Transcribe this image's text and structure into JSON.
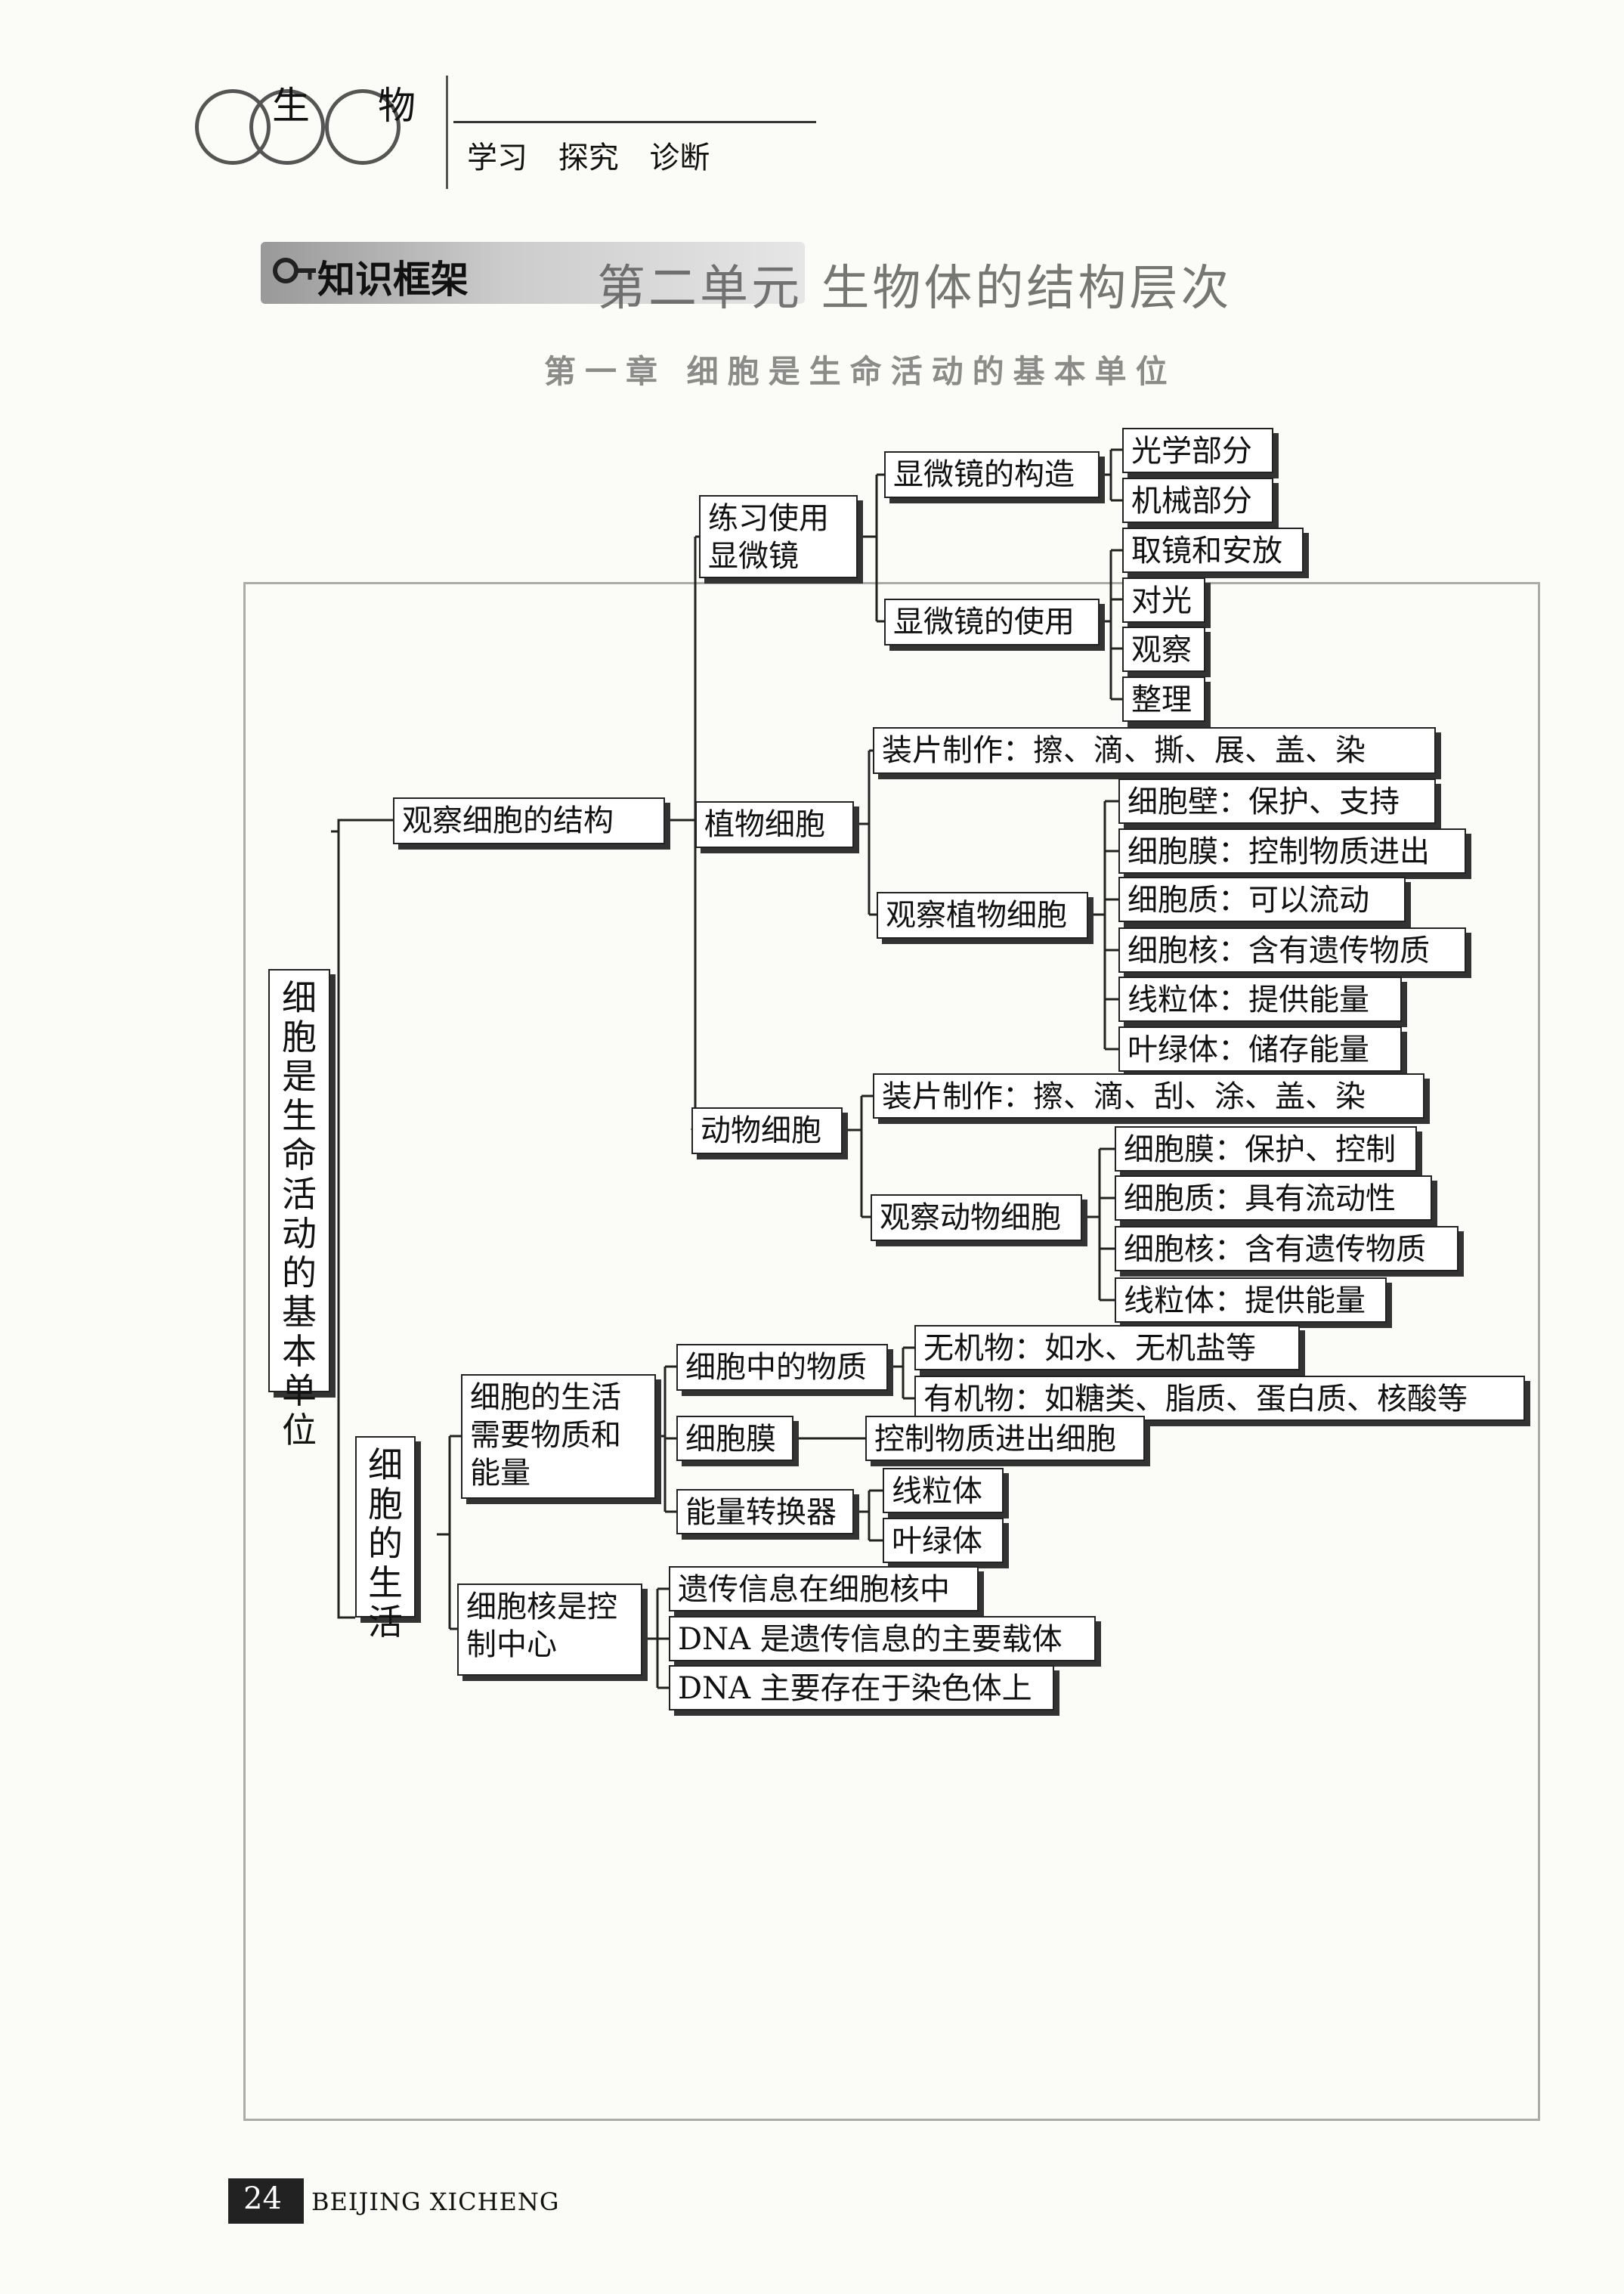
{
  "header": {
    "subject": "生物",
    "subtitle": "学习 探究 诊断"
  },
  "section": {
    "title": "知识框架"
  },
  "background": {
    "unit_title": "第二单元 生物体的结构层次",
    "chapter_title": "第一章 细胞是生命活动的基本单位"
  },
  "footer": {
    "page_number": "24",
    "publisher": "BEIJING XICHENG"
  },
  "diagram": {
    "root": "细胞是生命活动的基本单位",
    "observe": "观察细胞的结构",
    "life": "细胞的生活",
    "practice": "练习使用显微镜",
    "mscope_structure": "显微镜的构造",
    "optical": "光学部分",
    "mechanical": "机械部分",
    "mscope_use": "显微镜的使用",
    "take_place": "取镜和安放",
    "light": "对光",
    "observe_step": "观察",
    "tidy": "整理",
    "plant_cell": "植物细胞",
    "plant_prep": "装片制作：擦、滴、撕、展、盖、染",
    "observe_plant": "观察植物细胞",
    "p_wall": "细胞壁：保护、支持",
    "p_membrane": "细胞膜：控制物质进出",
    "p_cytoplasm": "细胞质：可以流动",
    "p_nucleus": "细胞核：含有遗传物质",
    "p_mito": "线粒体：提供能量",
    "p_chloro": "叶绿体：储存能量",
    "animal_cell": "动物细胞",
    "animal_prep": "装片制作：擦、滴、刮、涂、盖、染",
    "observe_animal": "观察动物细胞",
    "a_membrane": "细胞膜：保护、控制",
    "a_cytoplasm": "细胞质：具有流动性",
    "a_nucleus": "细胞核：含有遗传物质",
    "a_mito": "线粒体：提供能量",
    "needs": "细胞的生活需要物质和能量",
    "substances": "细胞中的物质",
    "inorganic": "无机物：如水、无机盐等",
    "organic": "有机物：如糖类、脂质、蛋白质、核酸等",
    "membrane": "细胞膜",
    "membrane_fn": "控制物质进出细胞",
    "converter": "能量转换器",
    "mito": "线粒体",
    "chloro": "叶绿体",
    "nucleus_ctrl": "细胞核是控制中心",
    "genetic_info": "遗传信息在细胞核中",
    "dna_carrier": "DNA 是遗传信息的主要载体",
    "dna_chrom": "DNA 主要存在于染色体上"
  }
}
